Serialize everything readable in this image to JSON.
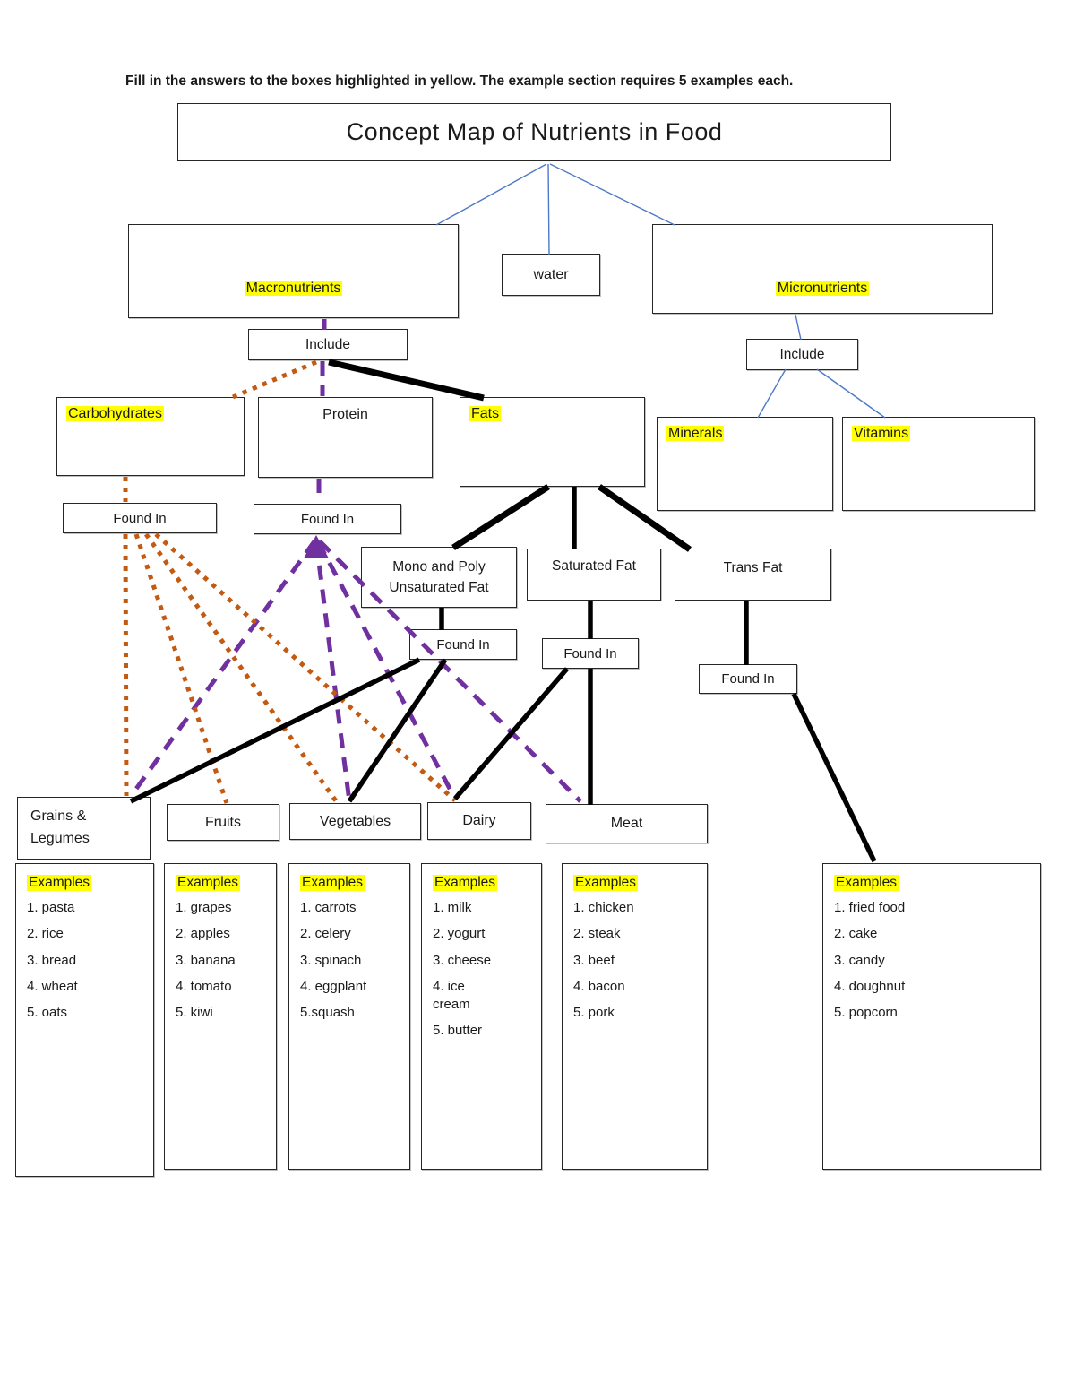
{
  "colors": {
    "highlight": "#ffff00",
    "orange": "#c45911",
    "purple": "#7030a0",
    "blue": "#4d79c7",
    "line": "#000000",
    "border": "#262626"
  },
  "instruction": "Fill in the answers to the boxes highlighted in yellow. The example section requires 5 examples each.",
  "title": "Concept Map of Nutrients in Food",
  "nodes": {
    "macronutrients": "Macronutrients",
    "water": "water",
    "micronutrients": "Micronutrients",
    "include_macro": "Include",
    "include_micro": "Include",
    "carbohydrates": "Carbohydrates",
    "protein": "Protein",
    "fats": "Fats",
    "minerals": "Minerals",
    "vitamins": "Vitamins",
    "found_in_carbohydrates": "Found In",
    "found_in_protein": "Found In",
    "mono_poly": "Mono and Poly\nUnsaturated Fat",
    "saturated_fat": "Saturated Fat",
    "trans_fat": "Trans Fat",
    "found_in_mono_poly": "Found In",
    "found_in_saturated": "Found In",
    "found_in_trans": "Found In",
    "grains_legumes": "Grains &\nLegumes",
    "fruits": "Fruits",
    "vegetables": "Vegetables",
    "dairy": "Dairy",
    "meat": "Meat"
  },
  "examples": [
    {
      "category": "grains-legumes",
      "label": "Examples",
      "items": [
        "1. pasta",
        "2. rice",
        "3. bread",
        "4. wheat",
        "5. oats"
      ]
    },
    {
      "category": "fruits",
      "label": "Examples",
      "items": [
        "1. grapes",
        "2. apples",
        "3. banana",
        "4. tomato",
        "5. kiwi"
      ]
    },
    {
      "category": "vegetables",
      "label": "Examples",
      "items": [
        "1. carrots",
        "2. celery",
        "3. spinach",
        "4. eggplant",
        "5.squash"
      ]
    },
    {
      "category": "dairy",
      "label": "Examples",
      "items": [
        "1. milk",
        "2. yogurt",
        "3. cheese",
        "4. ice\ncream",
        "5. butter"
      ]
    },
    {
      "category": "meat",
      "label": "Examples",
      "items": [
        "1. chicken",
        "2. steak",
        "3. beef",
        "4. bacon",
        "5. pork"
      ]
    },
    {
      "category": "trans-fat",
      "label": "Examples",
      "items": [
        "1. fried food",
        "2. cake",
        "3. candy",
        "4. doughnut",
        "5. popcorn"
      ]
    }
  ]
}
